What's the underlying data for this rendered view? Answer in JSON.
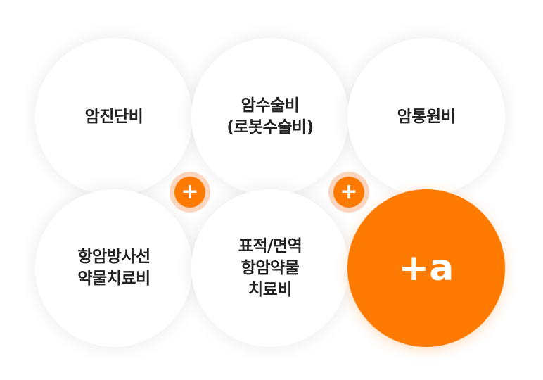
{
  "circles": [
    {
      "id": "cancer-diagnosis",
      "label": "암진단비"
    },
    {
      "id": "cancer-surgery",
      "label": "암수술비\n(로봇수술비)"
    },
    {
      "id": "cancer-hospital",
      "label": "암통원비"
    },
    {
      "id": "radiation-drug",
      "label": "항암방사선\n약물치료비"
    },
    {
      "id": "targeted-immune",
      "label": "표적/면역\n항암약물\n치료비"
    },
    {
      "id": "plus-alpha",
      "label": "+a"
    }
  ],
  "connectors": {
    "plus_symbol": "+"
  },
  "colors": {
    "accent": "#ff7a00",
    "accent_light": "#fbd5bd",
    "text": "#222222",
    "circle": "#ffffff"
  }
}
